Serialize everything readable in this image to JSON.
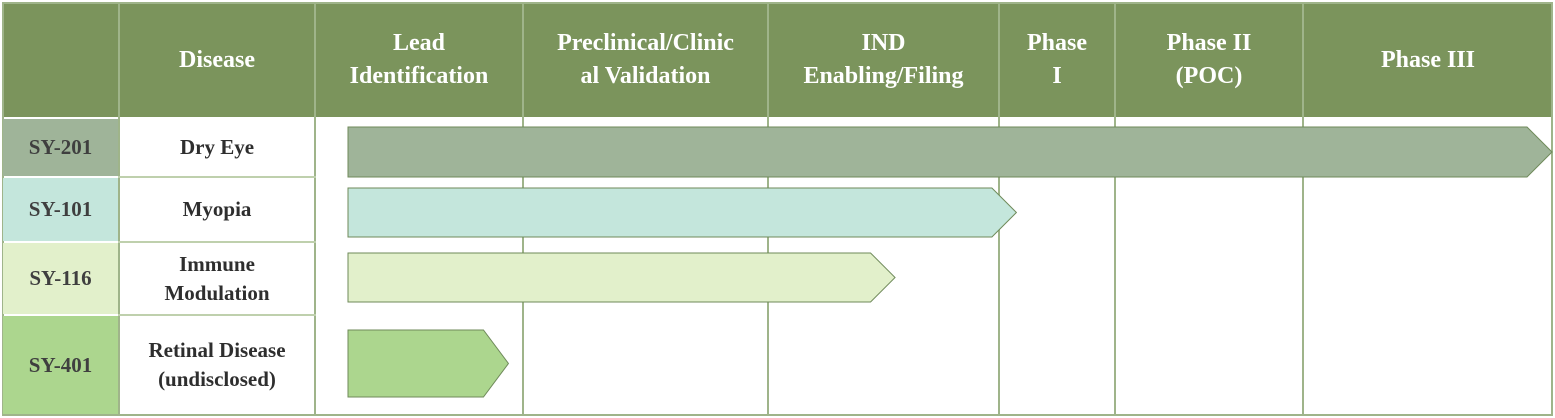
{
  "header": {
    "columns": [
      "",
      "Disease",
      "Lead\nIdentification",
      "Preclinical/Clinic\nal Validation",
      "IND\nEnabling/Filing",
      "Phase\nI",
      "Phase II\n(POC)",
      "Phase III"
    ]
  },
  "colors": {
    "header_bg": "#7b945c",
    "grid_line": "#9fb48a"
  },
  "rows": [
    {
      "id": "SY-201",
      "disease": "Dry Eye",
      "color": "#9fb499",
      "progress_stage": 6.0
    },
    {
      "id": "SY-101",
      "disease": "Myopia",
      "color": "#c4e6dc",
      "progress_stage": 3.15
    },
    {
      "id": "SY-116",
      "disease": "Immune\nModulation",
      "color": "#e2f0cb",
      "progress_stage": 2.55
    },
    {
      "id": "SY-401",
      "disease": "Retinal Disease\n(undisclosed)",
      "color": "#acd68e",
      "progress_stage": 0.93
    }
  ]
}
